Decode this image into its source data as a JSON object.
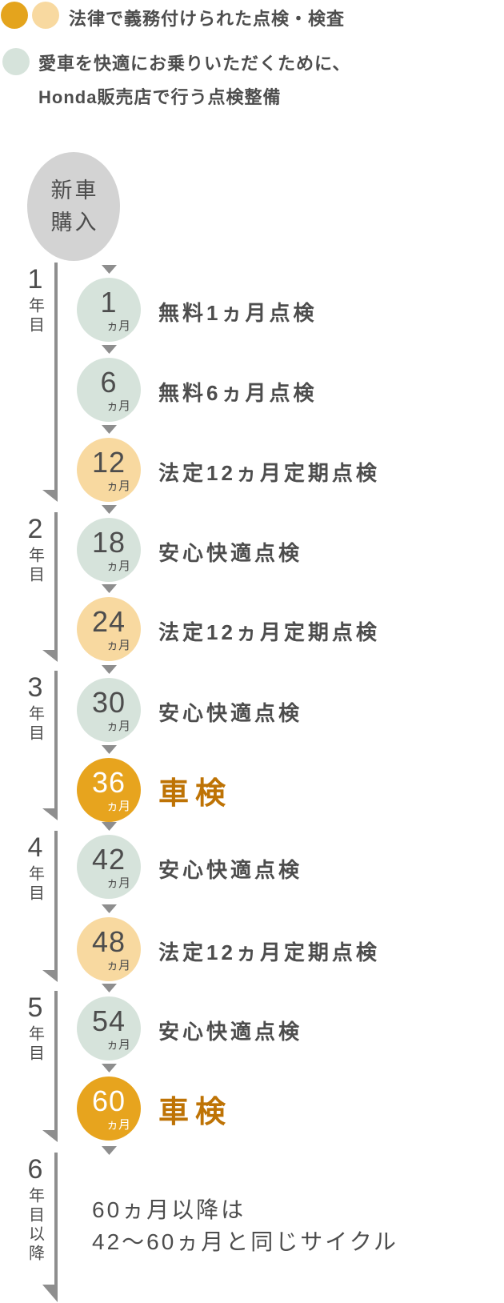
{
  "legend": {
    "row1": {
      "label": "法律で義務付けられた点検・検査",
      "swatch_dark_color": "#E4A41D",
      "swatch_light_color": "#F8D9A0"
    },
    "row2": {
      "line1": "愛車を快適にお乗りいただくために、",
      "line2": "Honda販売店で行う点検整備",
      "swatch_color": "#D6E3DB"
    }
  },
  "start_node": {
    "line1": "新車",
    "line2": "購入"
  },
  "years": [
    {
      "num": "1",
      "suffix": "年目"
    },
    {
      "num": "2",
      "suffix": "年目"
    },
    {
      "num": "3",
      "suffix": "年目"
    },
    {
      "num": "4",
      "suffix": "年目"
    },
    {
      "num": "5",
      "suffix": "年目"
    },
    {
      "num": "6",
      "suffix": "年目以降"
    }
  ],
  "items": [
    {
      "num": "1",
      "unit": "ヵ月",
      "type": "green",
      "label": "無料1ヵ月点検"
    },
    {
      "num": "6",
      "unit": "ヵ月",
      "type": "green",
      "label": "無料6ヵ月点検"
    },
    {
      "num": "12",
      "unit": "ヵ月",
      "type": "amber",
      "label": "法定12ヵ月定期点検"
    },
    {
      "num": "18",
      "unit": "ヵ月",
      "type": "green",
      "label": "安心快適点検"
    },
    {
      "num": "24",
      "unit": "ヵ月",
      "type": "amber",
      "label": "法定12ヵ月定期点検"
    },
    {
      "num": "30",
      "unit": "ヵ月",
      "type": "green",
      "label": "安心快適点検"
    },
    {
      "num": "36",
      "unit": "ヵ月",
      "type": "gold",
      "label": "車検"
    },
    {
      "num": "42",
      "unit": "ヵ月",
      "type": "green",
      "label": "安心快適点検"
    },
    {
      "num": "48",
      "unit": "ヵ月",
      "type": "amber",
      "label": "法定12ヵ月定期点検"
    },
    {
      "num": "54",
      "unit": "ヵ月",
      "type": "green",
      "label": "安心快適点検"
    },
    {
      "num": "60",
      "unit": "ヵ月",
      "type": "gold",
      "label": "車検"
    }
  ],
  "footer_note": {
    "line1": "60ヵ月以降は",
    "line2": "42～60ヵ月と同じサイクル"
  },
  "colors": {
    "green_circle": "#D6E3DB",
    "amber_circle": "#F8D9A0",
    "gold_circle": "#E7A41E",
    "gray_start_circle": "#D3D3D3",
    "body_text": "#4D4D4D",
    "shaken_label_text": "#BE7305",
    "line_and_arrows": "#8E8E8E"
  }
}
